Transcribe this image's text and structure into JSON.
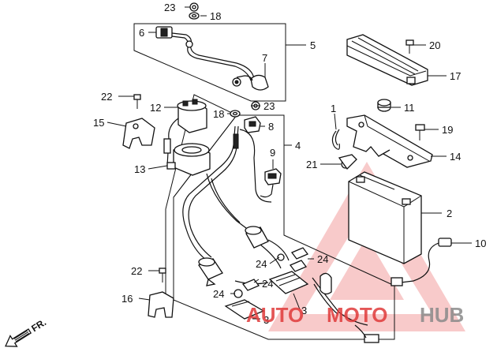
{
  "diagram": {
    "callouts": [
      {
        "id": "c23a",
        "text": "23"
      },
      {
        "id": "c18a",
        "text": "18"
      },
      {
        "id": "c6",
        "text": "6"
      },
      {
        "id": "c5",
        "text": "5"
      },
      {
        "id": "c7",
        "text": "7"
      },
      {
        "id": "c20",
        "text": "20"
      },
      {
        "id": "c17",
        "text": "17"
      },
      {
        "id": "c22a",
        "text": "22"
      },
      {
        "id": "c12",
        "text": "12"
      },
      {
        "id": "c23b",
        "text": "23"
      },
      {
        "id": "c18b",
        "text": "18"
      },
      {
        "id": "c8",
        "text": "8"
      },
      {
        "id": "c1",
        "text": "1"
      },
      {
        "id": "c11",
        "text": "11"
      },
      {
        "id": "c15",
        "text": "15"
      },
      {
        "id": "c4",
        "text": "4"
      },
      {
        "id": "c19",
        "text": "19"
      },
      {
        "id": "c9",
        "text": "9"
      },
      {
        "id": "c14",
        "text": "14"
      },
      {
        "id": "c13",
        "text": "13"
      },
      {
        "id": "c21",
        "text": "21"
      },
      {
        "id": "c2",
        "text": "2"
      },
      {
        "id": "c10",
        "text": "10"
      },
      {
        "id": "c24a",
        "text": "24"
      },
      {
        "id": "c24b",
        "text": "24"
      },
      {
        "id": "c22b",
        "text": "22"
      },
      {
        "id": "c24c",
        "text": "24"
      },
      {
        "id": "c24d",
        "text": "24"
      },
      {
        "id": "c16",
        "text": "16"
      },
      {
        "id": "c3a",
        "text": "3"
      },
      {
        "id": "c3b",
        "text": "3"
      }
    ],
    "direction_label": "FR.",
    "watermark": {
      "part1": "AUTO",
      "part2": "MOTO",
      "part3": "HUB"
    }
  },
  "colors": {
    "line": "#111111",
    "watermark_red": "#e03a3a",
    "watermark_gray": "#8a8a8a"
  }
}
